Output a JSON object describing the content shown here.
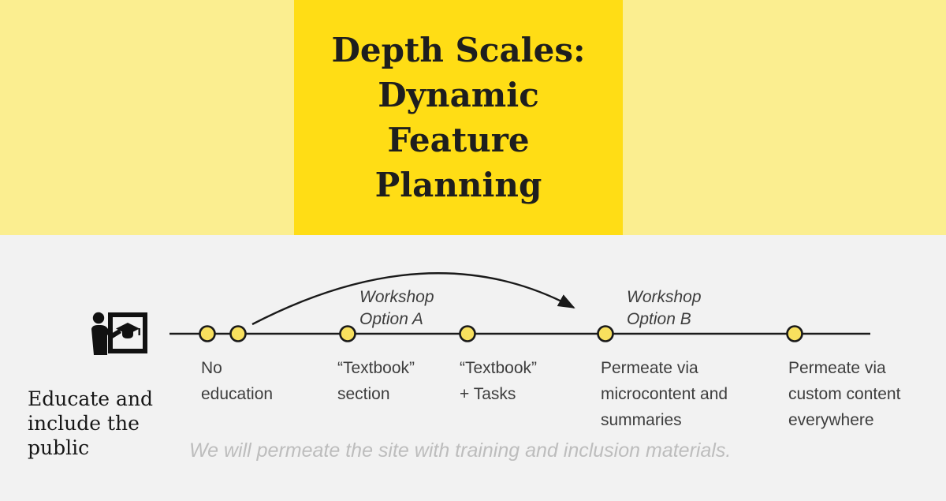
{
  "colors": {
    "header_side": "#FBEE90",
    "header_center": "#FFDD15",
    "body_bg": "#F2F2F2",
    "dot_fill": "#F8E05E",
    "ink": "#1A1A1A",
    "label_gray": "#3D3D3D",
    "muted_gray": "#BDBDBD"
  },
  "header": {
    "title": "Depth Scales:\nDynamic\nFeature\nPlanning"
  },
  "left": {
    "caption": "Educate and\ninclude the\npublic",
    "icon": "teacher-presenting-graduation-board-icon"
  },
  "timeline": {
    "annotations": [
      {
        "text": "Workshop\nOption A"
      },
      {
        "text": "Workshop\nOption B"
      }
    ],
    "labels": [
      {
        "text": "No\neducation"
      },
      {
        "text": "“Textbook”\nsection"
      },
      {
        "text": "“Textbook”\n+ Tasks"
      },
      {
        "text": "Permeate via\nmicrocontent and\nsummaries"
      },
      {
        "text": "Permeate via\ncustom content\neverywhere"
      }
    ],
    "footnote": "We will permeate the site with training and inclusion materials."
  }
}
